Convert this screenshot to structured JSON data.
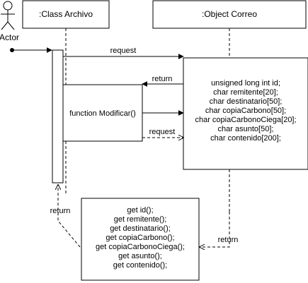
{
  "actor": {
    "label": "Actor"
  },
  "lifelines": {
    "archivo": {
      "label": ":Class Archivo"
    },
    "correo": {
      "label": ":Object Correo"
    }
  },
  "messages": {
    "request_top": "request",
    "return_top": "return",
    "request_mid": "request",
    "return_left": "return",
    "return_bottom": "return"
  },
  "function_box": {
    "label": "function Modificar()"
  },
  "correo_fields": [
    "unsigned long int id;",
    "char remitente[20];",
    "char destinatario[50];",
    "char copiaCarbono[50];",
    "char copiaCarbonoCiega[20];",
    "char asunto[50];",
    "char contenido[200];"
  ],
  "getters": [
    "get id();",
    "get remitente();",
    "get destinatario();",
    "get copiaCarbono();",
    "get copiaCarbonoCiega();",
    "get asunto();",
    "get contenido();"
  ]
}
